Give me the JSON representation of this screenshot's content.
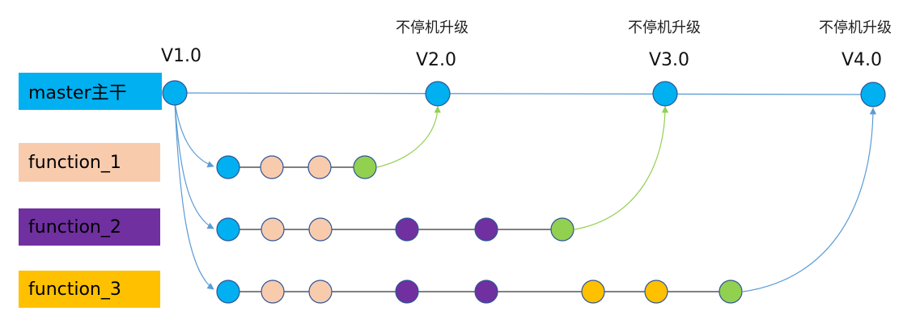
{
  "branches": [
    {
      "id": "master",
      "label": "master主干",
      "bg": "#00B0F0",
      "fg": "#000000"
    },
    {
      "id": "function_1",
      "label": "function_1",
      "bg": "#F8CBAD",
      "fg": "#000000"
    },
    {
      "id": "function_2",
      "label": "function_2",
      "bg": "#7030A0",
      "fg": "#000000"
    },
    {
      "id": "function_3",
      "label": "function_3",
      "bg": "#FFC000",
      "fg": "#000000"
    }
  ],
  "versions": [
    "V1.0",
    "V2.0",
    "V3.0",
    "V4.0"
  ],
  "upgrade_note": "不停机升级",
  "colors": {
    "master_node": "#00B0F0",
    "peach_node": "#F8CBAD",
    "purple_node": "#7030A0",
    "orange_node": "#FFC000",
    "green_node": "#92D050",
    "node_stroke": "#2F5597",
    "master_line": "#5B9BD5",
    "commit_line": "#000000",
    "branch_arrow": "#5B9BD5",
    "merge_arrow_green": "#92D050",
    "merge_arrow_blue": "#5B9BD5"
  }
}
